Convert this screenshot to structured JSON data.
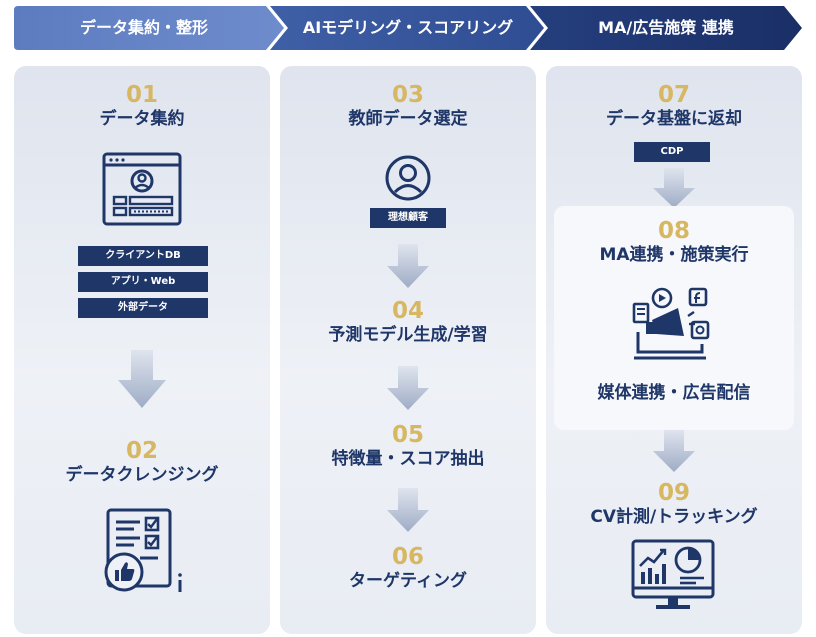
{
  "header": {
    "phases": [
      {
        "label": "データ集約・整形"
      },
      {
        "label": "AIモデリング・スコアリング"
      },
      {
        "label": "MA/広告施策 連携"
      }
    ]
  },
  "colors": {
    "navy": "#1f3668",
    "gold": "#d7b762",
    "arrow": "#9eacc5"
  },
  "columns": [
    {
      "steps": [
        {
          "num": "01",
          "title": "データ集約",
          "icon": "browser-profile-icon",
          "tags": [
            "クライアントDB",
            "アプリ・Web",
            "外部データ"
          ]
        },
        {
          "num": "02",
          "title": "データクレンジング",
          "icon": "checklist-thumbs-up-icon"
        }
      ]
    },
    {
      "steps": [
        {
          "num": "03",
          "title": "教師データ選定",
          "icon": "user-circle-icon",
          "tags": [
            "理想顧客"
          ]
        },
        {
          "num": "04",
          "title": "予測モデル生成/学習"
        },
        {
          "num": "05",
          "title": "特徴量・スコア抽出"
        },
        {
          "num": "06",
          "title": "ターゲティング"
        }
      ]
    },
    {
      "steps": [
        {
          "num": "07",
          "title": "データ基盤に返却",
          "tags": [
            "CDP"
          ]
        },
        {
          "num": "08",
          "title": "MA連携・施策実行",
          "icon": "megaphone-media-icon",
          "caption": "媒体連携・広告配信"
        },
        {
          "num": "09",
          "title": "CV計測/トラッキング",
          "icon": "analytics-monitor-icon"
        }
      ]
    }
  ]
}
